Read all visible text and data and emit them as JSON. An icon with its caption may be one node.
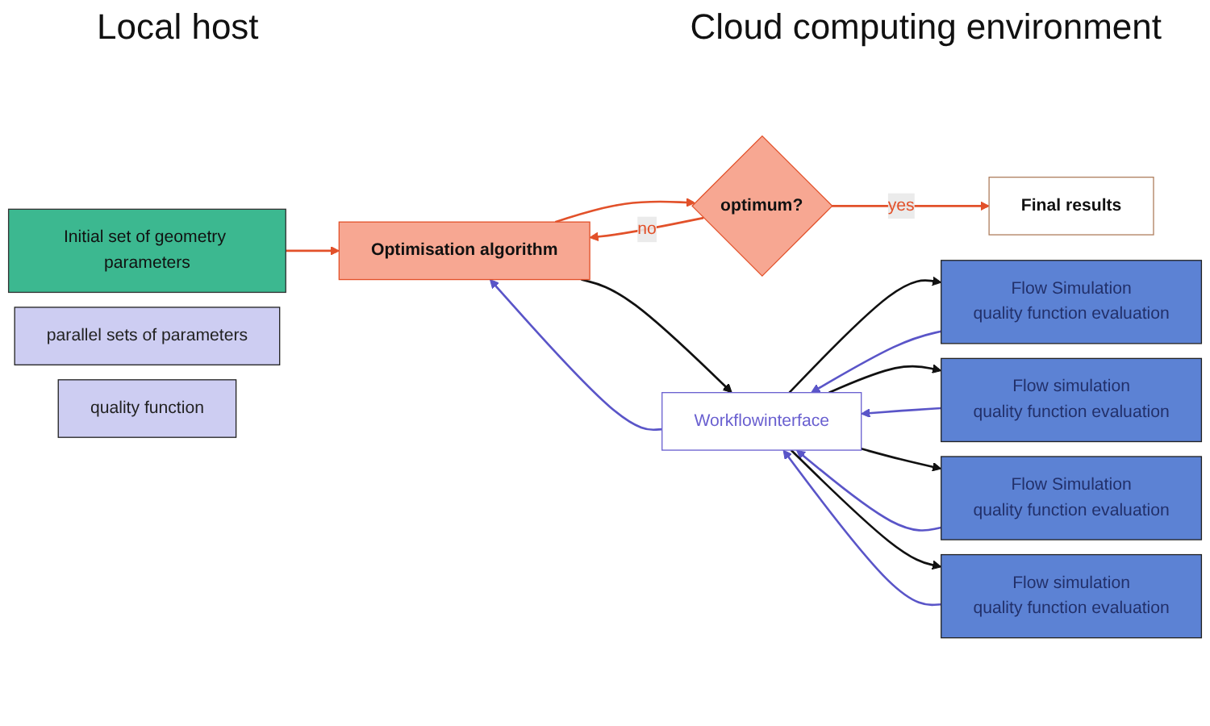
{
  "diagram": {
    "nodes": [
      {
        "text": [
          "Initial set of geometry parameters"
        ]
      },
      {
        "text": [
          "Optimisation algorithm"
        ]
      },
      {
        "text": [
          "parallel sets of parameters"
        ]
      },
      {
        "text": [
          "quality function"
        ]
      },
      {
        "text": [
          "optimum?"
        ]
      },
      {
        "text": [
          "Final results"
        ]
      },
      {
        "text": [
          "Workflowinterface"
        ]
      },
      {
        "text": [
          "Flow Simulation",
          "quality function evaluation"
        ]
      },
      {
        "text": [
          "Flow simulation",
          "quality function evaluation"
        ]
      },
      {
        "text": [
          "Flow Simulation",
          "quality function evaluation"
        ]
      },
      {
        "text": [
          "Flow simulation",
          "quality function evaluation"
        ]
      }
    ],
    "edges": [
      {
        "from": 0,
        "to": 1,
        "arrow": "to",
        "color": "#e2512a"
      },
      {
        "from": 1,
        "to": 4,
        "arrow": "to",
        "color": "#e2512a"
      },
      {
        "from": 4,
        "to": 1,
        "arrow": "to",
        "label": "no",
        "color": "#e2512a"
      },
      {
        "from": 4,
        "to": 5,
        "arrow": "to",
        "label": "yes",
        "color": "#e2512a"
      },
      {
        "from": 1,
        "to": 6,
        "arrow": "to"
      },
      {
        "from": 6,
        "to": 1,
        "arrow": "to",
        "color": "#5a55c8"
      },
      {
        "from": 6,
        "to": 7,
        "arrow": "to"
      },
      {
        "from": 7,
        "to": 6,
        "arrow": "to",
        "color": "#5a55c8"
      },
      {
        "from": 6,
        "to": 8,
        "arrow": "to"
      },
      {
        "from": 8,
        "to": 6,
        "arrow": "to",
        "color": "#5a55c8"
      },
      {
        "from": 6,
        "to": 9,
        "arrow": "to"
      },
      {
        "from": 9,
        "to": 6,
        "arrow": "to",
        "color": "#5a55c8"
      },
      {
        "from": 6,
        "to": 10,
        "arrow": "to"
      },
      {
        "from": 10,
        "to": 6,
        "arrow": "to",
        "color": "#5a55c8"
      }
    ],
    "labels": [
      "Local host",
      "Cloud computing environment"
    ]
  }
}
